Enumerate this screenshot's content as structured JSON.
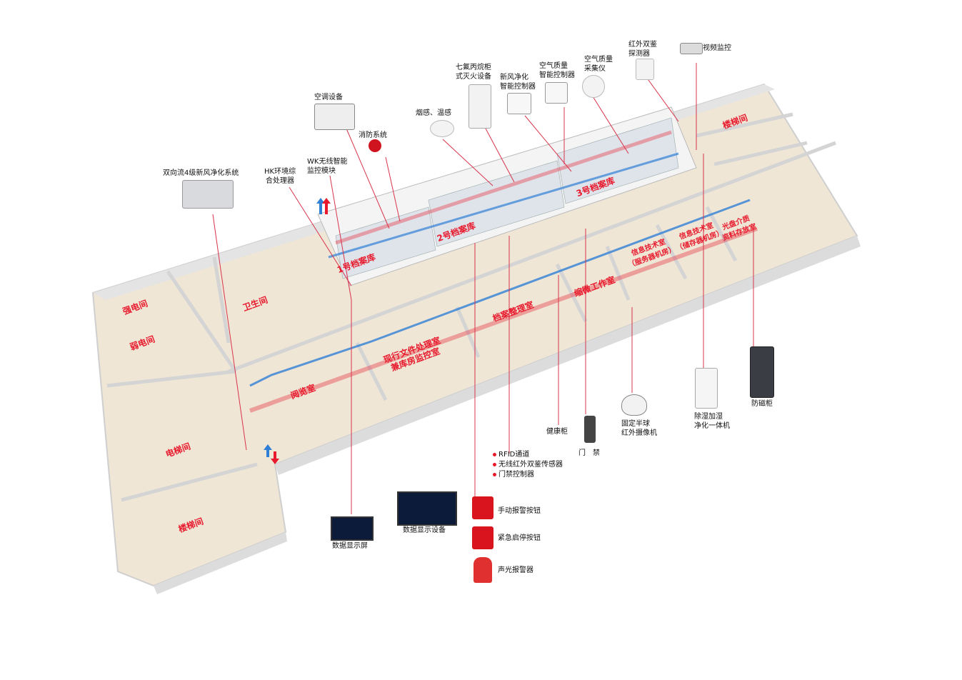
{
  "devices": {
    "fresh_air": "双向流4级新风净化系统",
    "hk": "HK环境综合处理器",
    "wk": "WK无线智能监控模块",
    "ac": "空调设备",
    "fire": "消防系统",
    "smoke": "烟感、温感",
    "hfc": "七氟丙烷柜式灭火设备",
    "fresh_ctrl": "新风净化智能控制器",
    "aq_ctrl": "空气质量智能控制器",
    "aq_sensor": "空气质量采集仪",
    "ir_detector": "红外双鉴探测器",
    "video": "视频监控",
    "health_cabinet": "健康柜",
    "access": "门　禁",
    "dome_cam": "固定半球红外摄像机",
    "dehumid": "除湿加湿净化一体机",
    "antimag": "防磁柜",
    "data_screen": "数据显示屏",
    "data_device": "数据显示设备",
    "manual_alarm": "手动报警按钮",
    "emergency": "紧急启停按钮",
    "siren": "声光报警器"
  },
  "access_list": [
    "RFID通道",
    "无线红外双鉴传感器",
    "门禁控制器"
  ],
  "rooms": {
    "strong": "强电间",
    "weak": "弱电间",
    "toilet": "卫生间",
    "elevator": "电梯间",
    "stairs_left": "楼梯间",
    "stairs_right": "楼梯间",
    "reading": "阅览室",
    "current_1": "现行文件处理室",
    "current_2": "兼库房监控室",
    "arrange": "档案整理室",
    "micro": "缩微工作室",
    "it1_1": "信息技术室",
    "it1_2": "（服务器机房）",
    "it2_1": "信息技术室",
    "it2_2": "（储存器机房）",
    "disc_1": "光盘介质",
    "disc_2": "资料存放室",
    "store1": "1号档案库",
    "store2": "2号档案库",
    "store3": "3号档案库"
  },
  "colors": {
    "accent": "#e8192c",
    "duct_blue": "#2f7fd6",
    "wall": "#eeeeee",
    "floor": "#efe6d6"
  }
}
